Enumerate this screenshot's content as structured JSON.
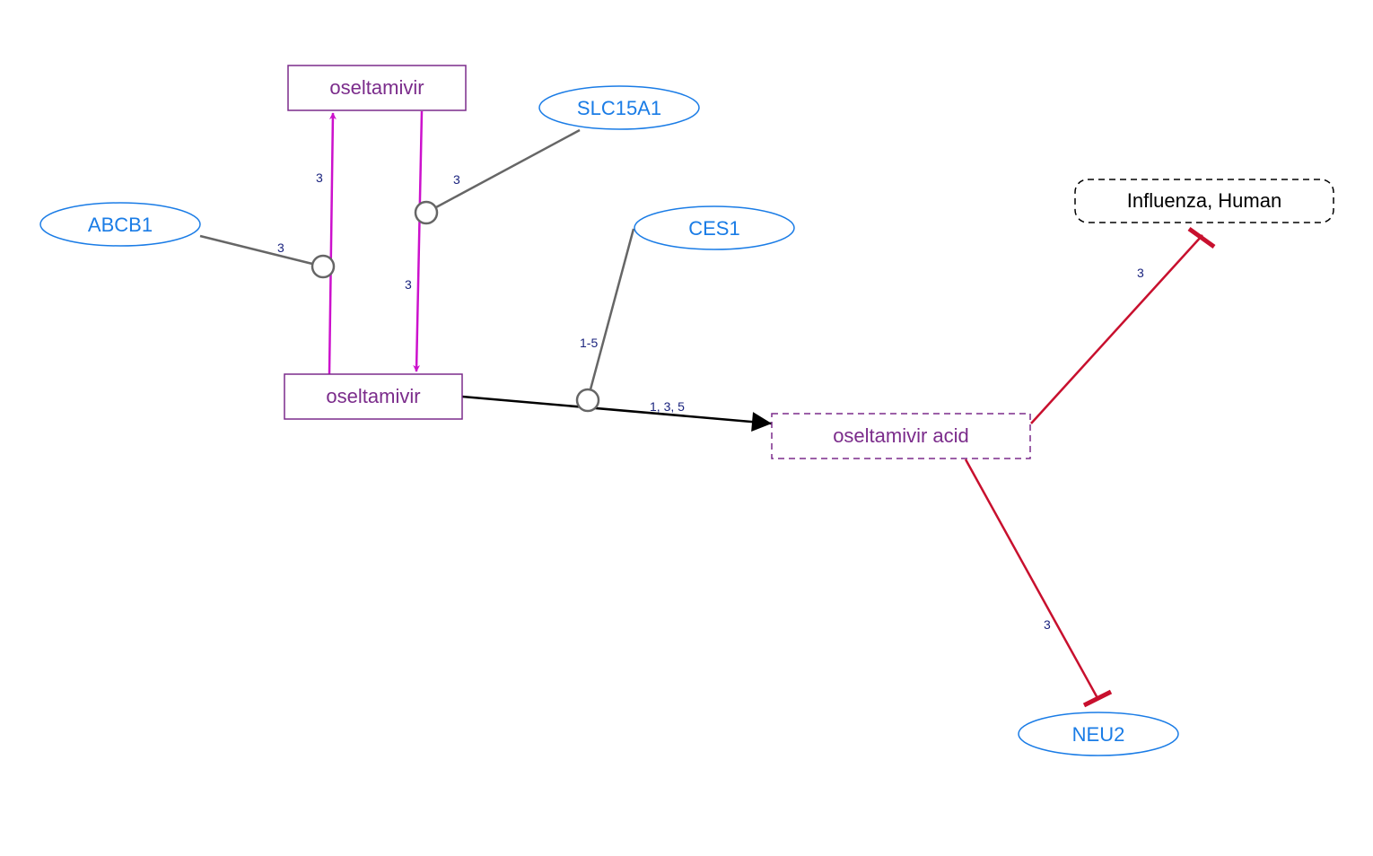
{
  "colors": {
    "gene": "#1a7ce6",
    "chemical": "#7b2c8b",
    "transport": "#cc11cc",
    "modifier": "#666666",
    "conversion": "#000000",
    "inhibition": "#c8102e",
    "disease": "#000000",
    "edge_label": "#1a237e"
  },
  "nodes": {
    "oseltamivir_top": {
      "label": "oseltamivir",
      "kind": "chemical"
    },
    "oseltamivir_mid": {
      "label": "oseltamivir",
      "kind": "chemical"
    },
    "oseltamivir_acid": {
      "label": "oseltamivir acid",
      "kind": "chemical-dashed"
    },
    "slc15a1": {
      "label": "SLC15A1",
      "kind": "gene"
    },
    "abcb1": {
      "label": "ABCB1",
      "kind": "gene"
    },
    "ces1": {
      "label": "CES1",
      "kind": "gene"
    },
    "influenza": {
      "label": "Influenza, Human",
      "kind": "disease"
    },
    "neu2": {
      "label": "NEU2",
      "kind": "gene"
    }
  },
  "edges": {
    "efflux": {
      "label": "3",
      "kind": "transport"
    },
    "uptake": {
      "label": "3",
      "kind": "transport"
    },
    "abcb1_mod": {
      "label": "3",
      "kind": "modifier"
    },
    "slc15a1_mod": {
      "label": "3",
      "kind": "modifier"
    },
    "ces1_mod": {
      "label": "1-5",
      "kind": "modifier"
    },
    "conversion": {
      "label": "1, 3, 5",
      "kind": "conversion"
    },
    "inhibit_influenza": {
      "label": "3",
      "kind": "inhibition"
    },
    "inhibit_neu2": {
      "label": "3",
      "kind": "inhibition"
    }
  }
}
